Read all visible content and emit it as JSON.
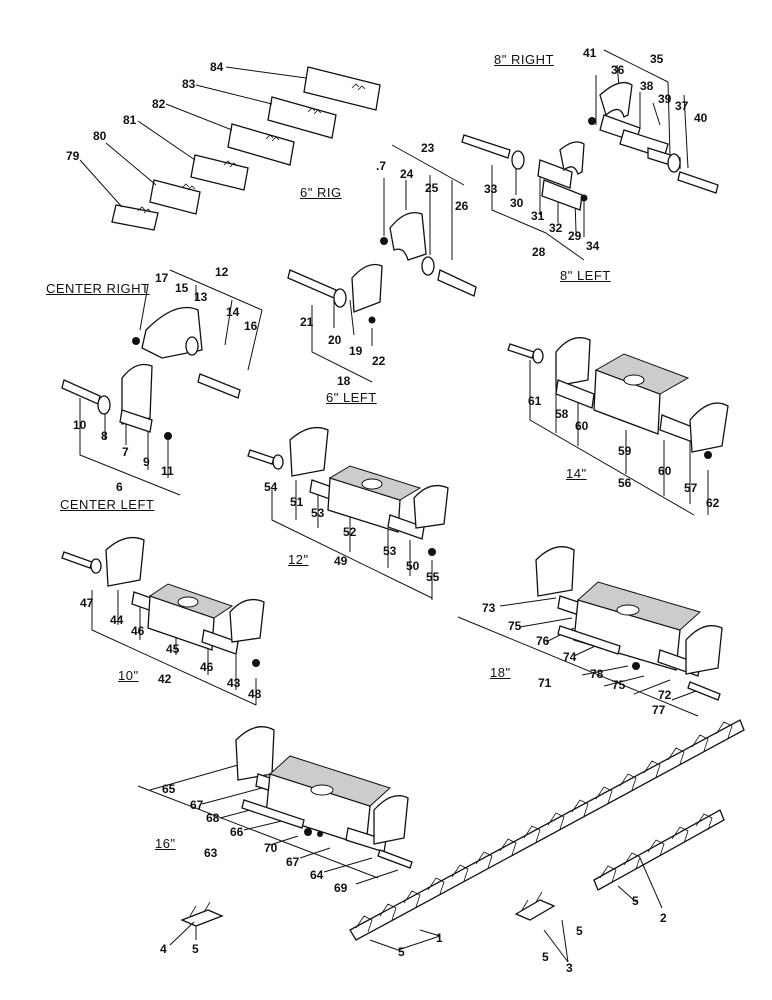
{
  "assembly_titles": {
    "right_8": "8\" RIGHT",
    "left_8": "8\" LEFT",
    "rig_6": "6\" RIG",
    "left_6": "6\" LEFT",
    "center_right": "CENTER RIGHT",
    "center_left": "CENTER LEFT",
    "in_14": "14\"",
    "in_12": "12\"",
    "in_10": "10\"",
    "in_18": "18\"",
    "in_16": "16\""
  },
  "part_numbers": {
    "p84": "84",
    "p83": "83",
    "p82": "82",
    "p81": "81",
    "p80": "80",
    "p79": "79",
    "p41": "41",
    "p35": "35",
    "p36": "36",
    "p38": "38",
    "p39": "39",
    "p37": "37",
    "p40": "40",
    "p33": "33",
    "p30": "30",
    "p31": "31",
    "p32": "32",
    "p28": "28",
    "p29": "29",
    "p34": "34",
    "p7": ".7",
    "p23": "23",
    "p24": "24",
    "p25": "25",
    "p26": "26",
    "p21": "21",
    "p20": "20",
    "p19": "19",
    "p22": "22",
    "p18": "18",
    "p17": "17",
    "p15": "15",
    "p13": "13",
    "p12": "12",
    "p14": "14",
    "p16": "16",
    "p10": "10",
    "p8": "8",
    "p7b": "7",
    "p9": "9",
    "p11": "11",
    "p6": "6",
    "p61": "61",
    "p58": "58",
    "p60a": "60",
    "p59": "59",
    "p60b": "60",
    "p56": "56",
    "p57": "57",
    "p62": "62",
    "p54": "54",
    "p51": "51",
    "p53a": "53",
    "p52": "52",
    "p53b": "53",
    "p49": "49",
    "p50": "50",
    "p55": "55",
    "p47": "47",
    "p44": "44",
    "p46a": "46",
    "p45": "45",
    "p46b": "46",
    "p42": "42",
    "p43": "43",
    "p48": "48",
    "p73": "73",
    "p75a": "75",
    "p76": "76",
    "p74": "74",
    "p78": "78",
    "p75b": "75",
    "p71": "71",
    "p72": "72",
    "p77": "77",
    "p65": "65",
    "p67a": "67",
    "p68": "68",
    "p66": "66",
    "p70": "70",
    "p63": "63",
    "p67b": "67",
    "p64": "64",
    "p69": "69",
    "c4": "4",
    "c5a": "5",
    "c5b": "5",
    "c1": "1",
    "c5c": "5",
    "c5d": "5",
    "c3": "3",
    "c5e": "5",
    "c2": "2"
  }
}
